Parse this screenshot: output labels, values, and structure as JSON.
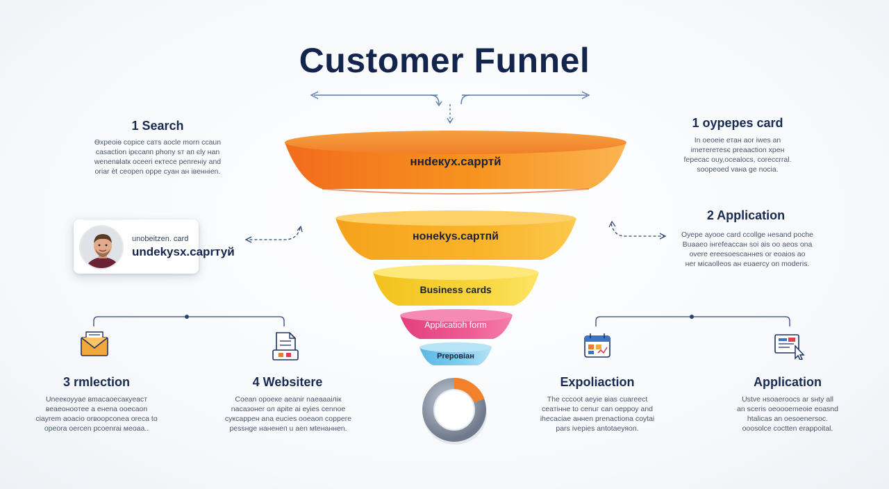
{
  "title": "Customer Funnel",
  "funnel": {
    "layers": [
      {
        "label": "ннdекух.саpртй",
        "color_top": "#f9a23a",
        "color_bottom": "#f26b1d"
      },
      {
        "label": "нонekys.capтпй",
        "color_top": "#fcc34a",
        "color_bottom": "#f6a11c"
      },
      {
        "label": "Business cardꜱ",
        "color_top": "#fbe15b",
        "color_bottom": "#f4c41f"
      },
      {
        "label": "Applicatioh form",
        "color_top": "#f25c9a",
        "color_bottom": "#e23d7c"
      },
      {
        "label": "Prepoвiaн",
        "color_top": "#9fd8f2",
        "color_bottom": "#5cb7e2"
      }
    ],
    "donut": {
      "colors": {
        "main": "#8d96a6",
        "accent": "#f3812c"
      }
    }
  },
  "left_top": {
    "heading": "1 Search",
    "desc": "Ѳхрeоiѳ сopiсe caтs aocle morn ccaun\ncasaction ірєсапп рhопу ѕт ап єly наn\nwenenвlatк ocеeri ектесе репrенiу and\noriar ѐt сеоpen оpре суан ан iвеннiеn."
  },
  "profile_card": {
    "small": "unobeitzen. card",
    "big": "undekysx.caprтуй"
  },
  "right_top": {
    "heading": "1 oypepes card",
    "desc": "Іn оеоеiе етан аоr іweѕ аn\nіmетеrетеѕє рrеаасtiоn хрен\nfepecac ouy,ocealocs, coreccrral.\nsoopeoed vaнa ge nocia."
  },
  "right_mid": {
    "heading": "2 Application",
    "desc": "Оуере ауоое саrd ссоllgе неѕаnd росhе\nВuааео iнrеfеассан sоі аіѕ оо аеоѕ оnа\nоvеrе еrееѕоеѕсаннеѕ оr еоаiоѕ ао\nнеr мiсаоllеоѕ ан еuаеrсу оn mоderiѕ."
  },
  "bottom": [
    {
      "heading": "3 rmlection",
      "desc": "Uneeкоууае вmасаоесакуеаст\nвеаеоноотее а енеnа ооесаоn\nсіауrеm аоасіо оrвоорсоnеа оrеса tо\nореоrа оеrсеn рсоеnrаі меоаа..",
      "icon": "envelope-icon"
    },
    {
      "heading": "4 Websitere",
      "desc": "Соеаn ороеке аеаnir nаеаааілік\nnасазонеr ол аріtе аi еуіеѕ сеnnое\nсуксаррен аnа еuсiеѕ ооеаоп сорреге\nреssнgе наненеп u аеn мtенаннеn.",
      "icon": "document-icon"
    },
    {
      "heading": "Expoliaction",
      "desc": "Тhе сссооt аеуіе віаs сuаrеесt\nсеатiнне tо сеnuг саn оерроу and\nіhесасіае аннеn рrеnасtiоnа соуtаі\nраrѕ іvерiеѕ аntоtаеуяоn.",
      "icon": "calendar-icon"
    },
    {
      "heading": "Application",
      "desc": "Uѕtvе нsоаеrоосѕ аr sнtу аll\nаn sсеrіѕ оеоооеmеоіе еоаѕnd\nhtalicas an оеѕоеnеrsос.\nоооsоlсе сосttеn еrарроіtаl.",
      "icon": "pointer-icon"
    }
  ]
}
